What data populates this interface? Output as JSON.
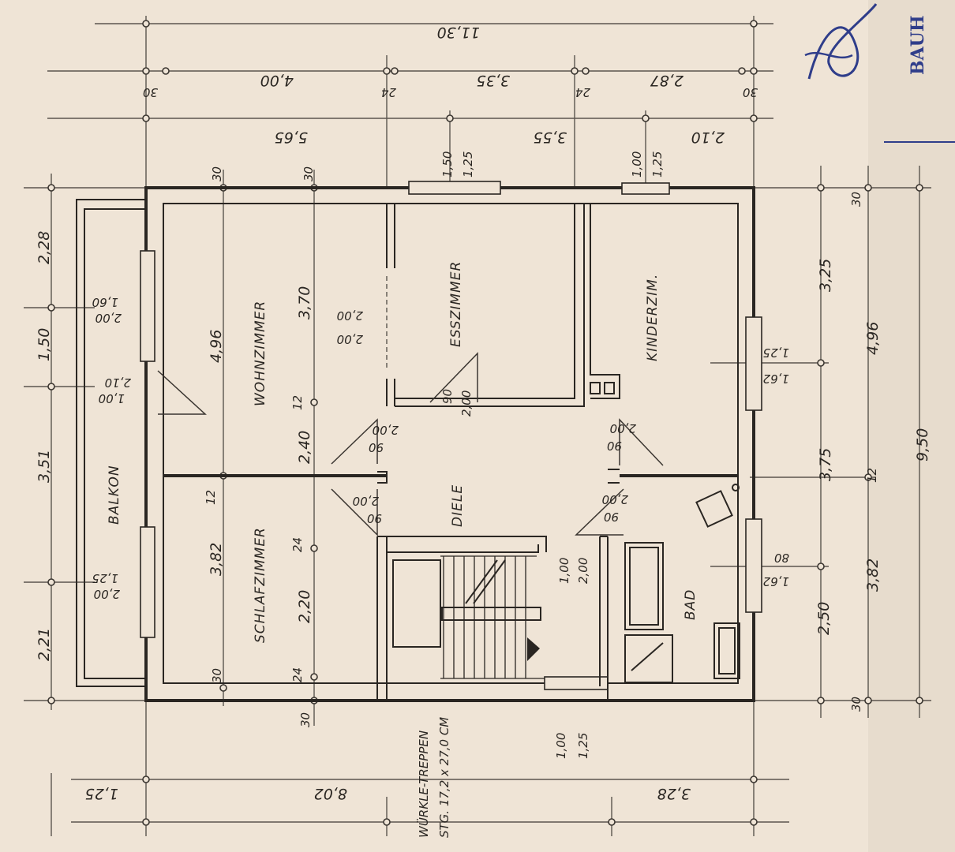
{
  "rooms": {
    "balkon": "BALKON",
    "wohnzimmer": "WOHNZIMMER",
    "esszimmer": "ESSZIMMER",
    "kinderzimmer": "KINDERZIM.",
    "schlafzimmer": "SCHLAFZIMMER",
    "diele": "DIELE",
    "bad": "BAD"
  },
  "dims": {
    "top_total": "11,30",
    "top_a": "4,00",
    "top_b": "24",
    "top_c": "3,35",
    "top_d": "24",
    "top_e": "2,87",
    "top_f": "30",
    "top_g": "30",
    "top2_a": "5,65",
    "top2_b": "3,55",
    "top2_c": "2,10",
    "left_a": "2,28",
    "left_b": "1,50",
    "left_c": "3,51",
    "left_d": "2,21",
    "right_a": "3,25",
    "right_b": "4,96",
    "right_c": "9,50",
    "right_d": "3,75",
    "right_e": "12",
    "right_f": "2,50",
    "right_g": "3,82",
    "right_h": "30",
    "right_i": "30",
    "bottom_a": "1,25",
    "bottom_b": "8,02",
    "bottom_c": "3,28",
    "wall_30a": "30",
    "wall_30b": "30",
    "wall_30c": "30",
    "wall_30d": "30",
    "wall_24a": "24",
    "wall_24b": "24",
    "wall_12a": "12",
    "wall_12b": "12",
    "win_ess_1": "1,50",
    "win_ess_2": "1,25",
    "win_kind_1": "1,00",
    "win_kind_2": "1,25",
    "win_bal_1": "2,00",
    "win_bal_2": "1,60",
    "door_bal_1": "2,10",
    "door_bal_2": "1,00",
    "win_bal2_1": "2,00",
    "win_bal2_2": "1,25",
    "wohn_w": "4,96",
    "wohn_d": "3,70",
    "wohn_door_1": "2,00",
    "wohn_door_2": "2,00",
    "schlaf_w": "3,82",
    "schlaf_d": "2,20",
    "diele_d": "2,40",
    "door_ess_1": "90",
    "door_ess_2": "2,00",
    "door_w1": "2,00",
    "door_w2": "90",
    "door_s1": "2,00",
    "door_s2": "90",
    "door_k1": "2,00",
    "door_k2": "90",
    "door_b1": "2,00",
    "door_b2": "90",
    "stair_win_1": "1,00",
    "stair_win_2": "2,00",
    "stair_bottom_1": "1,00",
    "stair_bottom_2": "1,25",
    "kind_win_1": "1,62",
    "kind_win_2": "1,25",
    "bad_win_1": "1,62",
    "bad_win_2": "80"
  },
  "stairs": {
    "label_1": "WÜRKLE-TREPPEN",
    "label_2": "STG. 17,2 x 27,0 CM"
  },
  "stamp": {
    "text": "BAUH"
  }
}
